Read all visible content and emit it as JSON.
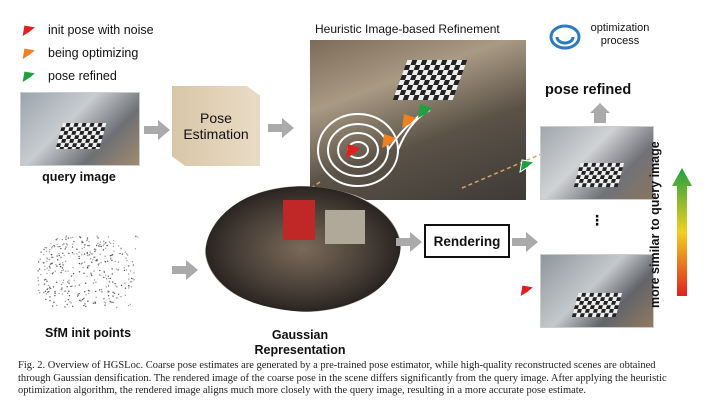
{
  "legend": [
    {
      "label": "init pose with noise",
      "color": "#e02020"
    },
    {
      "label": "being optimizing",
      "color": "#f08020"
    },
    {
      "label": "pose refined",
      "color": "#20a040"
    }
  ],
  "labels": {
    "query_image": "query image",
    "pose_estimation_line1": "Pose",
    "pose_estimation_line2": "Estimation",
    "sfm": "SfM init points",
    "gaussian_line1": "Gaussian",
    "gaussian_line2": "Representation",
    "rendering": "Rendering",
    "refinement_title": "Heuristic Image-based Refinement",
    "optimization_line1": "optimization",
    "optimization_line2": "process",
    "pose_refined": "pose refined",
    "ellipsis": "⋮",
    "similarity": "more similar to query image"
  },
  "caption": {
    "line1": "Fig. 2.   Overview of HGSLoc. Coarse pose estimates are generated by a pre-trained pose estimator, while high-quality reconstructed scenes are obtained",
    "line2": "through Gaussian densification. The rendered image of the coarse pose in the scene differs significantly from the query image. After applying the heuristic",
    "line3": "optimization algorithm, the rendered image aligns much more closely with the query image, resulting in a more accurate pose estimate."
  },
  "colors": {
    "red": "#e02020",
    "orange": "#f08020",
    "green": "#20a040",
    "accent_blue": "#2b7bbf"
  }
}
